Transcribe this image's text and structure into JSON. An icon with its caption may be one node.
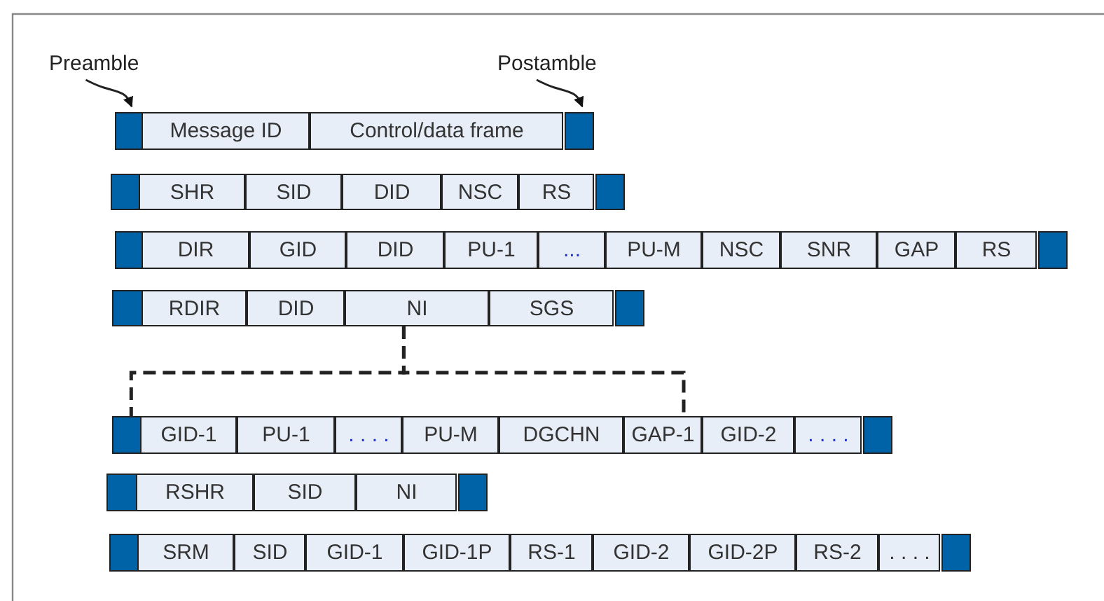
{
  "diagram": {
    "nodes": [
      {
        "text": [
          "Preamble"
        ]
      },
      {
        "text": [
          "Postamble"
        ]
      },
      {
        "text": [],
        "shape": "box"
      },
      {
        "text": [
          "Message  ID"
        ]
      },
      {
        "text": [
          "Control/data frame"
        ]
      },
      {
        "text": [],
        "shape": "box"
      },
      {
        "text": [],
        "shape": "box"
      },
      {
        "text": [
          "SHR"
        ]
      },
      {
        "text": [
          "SID"
        ]
      },
      {
        "text": [
          "DID"
        ]
      },
      {
        "text": [
          "NSC"
        ]
      },
      {
        "text": [
          "RS"
        ]
      },
      {
        "text": [],
        "shape": "box"
      },
      {
        "text": [],
        "shape": "box"
      },
      {
        "text": [
          "DIR"
        ]
      },
      {
        "text": [
          "GID"
        ]
      },
      {
        "text": [
          "DID"
        ]
      },
      {
        "text": [
          "PU-1"
        ]
      },
      {
        "text": [
          "..."
        ]
      },
      {
        "text": [
          "PU-M"
        ]
      },
      {
        "text": [
          "NSC"
        ]
      },
      {
        "text": [
          "SNR"
        ]
      },
      {
        "text": [
          "GAP"
        ]
      },
      {
        "text": [
          "RS"
        ]
      },
      {
        "text": [],
        "shape": "box"
      },
      {
        "text": [],
        "shape": "box"
      },
      {
        "text": [
          "RDIR"
        ]
      },
      {
        "text": [
          "DID"
        ]
      },
      {
        "text": [
          "NI"
        ]
      },
      {
        "text": [
          "SGS"
        ]
      },
      {
        "text": [],
        "shape": "box"
      },
      {
        "text": [],
        "shape": "box"
      },
      {
        "text": [
          "GID-1"
        ]
      },
      {
        "text": [
          "PU-1"
        ]
      },
      {
        "text": [
          ". . . ."
        ]
      },
      {
        "text": [
          "PU-M"
        ]
      },
      {
        "text": [
          "DGCHN"
        ]
      },
      {
        "text": [
          "GAP-1"
        ]
      },
      {
        "text": [
          "GID-2"
        ]
      },
      {
        "text": [
          ". . . ."
        ]
      },
      {
        "text": [],
        "shape": "box"
      },
      {
        "text": [],
        "shape": "box"
      },
      {
        "text": [
          "RSHR"
        ]
      },
      {
        "text": [
          "SID"
        ]
      },
      {
        "text": [
          "NI"
        ]
      },
      {
        "text": [],
        "shape": "box"
      },
      {
        "text": [],
        "shape": "box"
      },
      {
        "text": [
          "SRM"
        ]
      },
      {
        "text": [
          "SID"
        ]
      },
      {
        "text": [
          "GID-1"
        ]
      },
      {
        "text": [
          "GID-1P"
        ]
      },
      {
        "text": [
          "RS-1"
        ]
      },
      {
        "text": [
          "GID-2"
        ]
      },
      {
        "text": [
          "GID-2P"
        ]
      },
      {
        "text": [
          "RS-2"
        ]
      },
      {
        "text": [
          ". . . ."
        ]
      },
      {
        "text": [],
        "shape": "box"
      }
    ],
    "edges": [
      {
        "from": 0,
        "to": 2,
        "arrow": "to"
      },
      {
        "from": 1,
        "to": 5,
        "arrow": "to"
      },
      {
        "from": 28,
        "to": 31,
        "arrow": "none",
        "style": "dashed"
      },
      {
        "from": 28,
        "to": 37,
        "arrow": "none",
        "style": "dashed"
      }
    ]
  }
}
